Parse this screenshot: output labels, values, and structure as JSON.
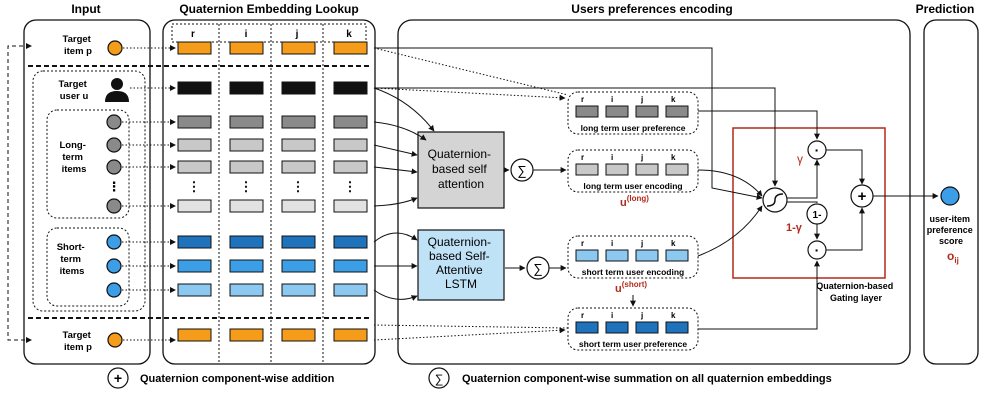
{
  "sections": {
    "input": "Input",
    "embedding": "Quaternion Embedding Lookup",
    "users": "Users preferences encoding",
    "prediction": "Prediction"
  },
  "components": [
    "r",
    "i",
    "j",
    "k"
  ],
  "input": {
    "target_item_top": [
      "Target",
      "item p"
    ],
    "target_user": [
      "Target",
      "user u"
    ],
    "long_term": [
      "Long-",
      "term",
      "items"
    ],
    "short_term": [
      "Short-",
      "term",
      "items"
    ],
    "target_item_bottom": [
      "Target",
      "item p"
    ],
    "ellipsis": "⋮"
  },
  "blocks": {
    "self_attention": [
      "Quaternion-",
      "based self",
      "attention"
    ],
    "lstm": [
      "Quaternion-",
      "based Self-",
      "Attentive",
      "LSTM"
    ]
  },
  "encoding": {
    "long_pref": "long term user preference",
    "long_enc": "long term user encoding",
    "short_enc": "short term user encoding",
    "short_pref": "short term user preference",
    "u_long_base": "u",
    "u_long_sup": "(long)",
    "u_short_base": "u",
    "u_short_sup": "(short)"
  },
  "gating": {
    "gamma": "γ",
    "one_minus": "1-",
    "one_minus_gamma": "1-γ",
    "dot": "·",
    "plus": "+",
    "label": [
      "Quaternion-based",
      "Gating layer"
    ]
  },
  "prediction": {
    "label": [
      "user-item",
      "preference",
      "score"
    ],
    "o_base": "o",
    "o_sub": "ij"
  },
  "legend": {
    "plus": "+",
    "sum_symbol": "∑",
    "addition": "Quaternion component-wise addition",
    "summation": "Quaternion component-wise summation on all quaternion embeddings"
  },
  "colors": {
    "orange": "#f59c1a",
    "black": "#111111",
    "gray_dark": "#8a8a8a",
    "gray_light": "#c8c8c8",
    "gray_lighter": "#e2e2e2",
    "blue_dark": "#1f73bd",
    "blue_mid": "#3c9ee6",
    "blue_light": "#8cc8f0",
    "attn_fill": "#d4d4d4",
    "lstm_fill": "#bfe2f6",
    "gating_border": "#b22a1c",
    "red_text": "#b22a1c"
  }
}
